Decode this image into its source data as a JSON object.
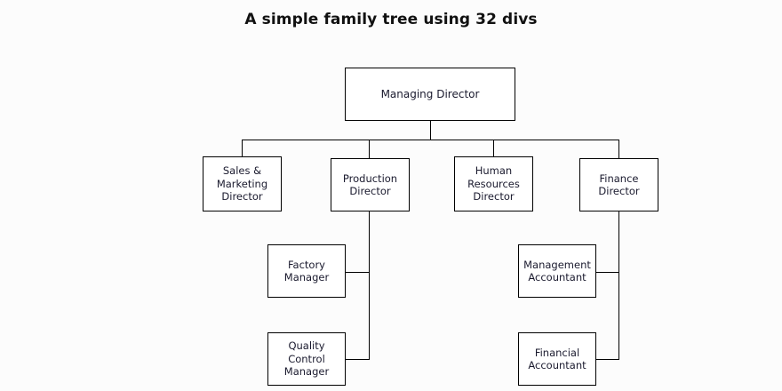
{
  "page": {
    "title": "A simple family tree using 32 divs",
    "background_color": "#fcfcfc",
    "line_color": "#000000",
    "box_fill": "#ffffff",
    "text_color": "#1a1a2e"
  },
  "nodes": {
    "managing_director": "Managing Director",
    "sales_marketing_director": "Sales &\nMarketing\nDirector",
    "production_director": "Production\nDirector",
    "human_resources_director": "Human\nResources\nDirector",
    "finance_director": "Finance\nDirector",
    "factory_manager": "Factory\nManager",
    "quality_control_manager": "Quality Control\nManager",
    "management_accountant": "Management\nAccountant",
    "financial_accountant": "Financial\nAccountant"
  }
}
